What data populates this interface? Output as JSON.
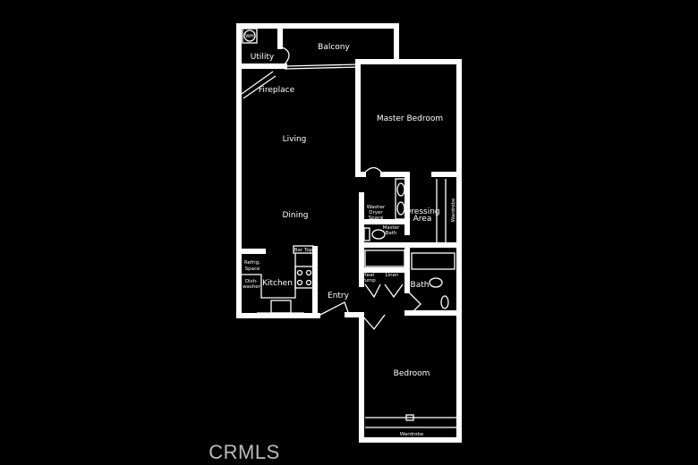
{
  "rooms": {
    "wh": "WH",
    "utility": "Utility",
    "balcony": "Balcony",
    "fireplace": "Fireplace",
    "living": "Living",
    "master_bedroom": "Master Bedroom",
    "dining": "Dining",
    "washer_dryer_1": "Washer",
    "washer_dryer_2": "Dryer",
    "washer_dryer_3": "Space",
    "dressing_1": "Dressing",
    "dressing_2": "Area",
    "wardrobe_master": "Wardrobe",
    "master_bath_1": "Master",
    "master_bath_2": "Bath",
    "bar_top": "Bar Top",
    "refrig_1": "Refrig.",
    "refrig_2": "Space",
    "dish_1": "Dish-",
    "dish_2": "washer",
    "kitchen": "Kitchen",
    "heat_pump_1": "Heat",
    "heat_pump_2": "Pump",
    "linen": "Linen",
    "bath": "Bath",
    "entry": "Entry",
    "bedroom": "Bedroom",
    "wardrobe_bedroom": "Wardrobe"
  },
  "watermark": "CRMLS",
  "colors": {
    "background": "#000000",
    "walls": "#ffffff"
  }
}
